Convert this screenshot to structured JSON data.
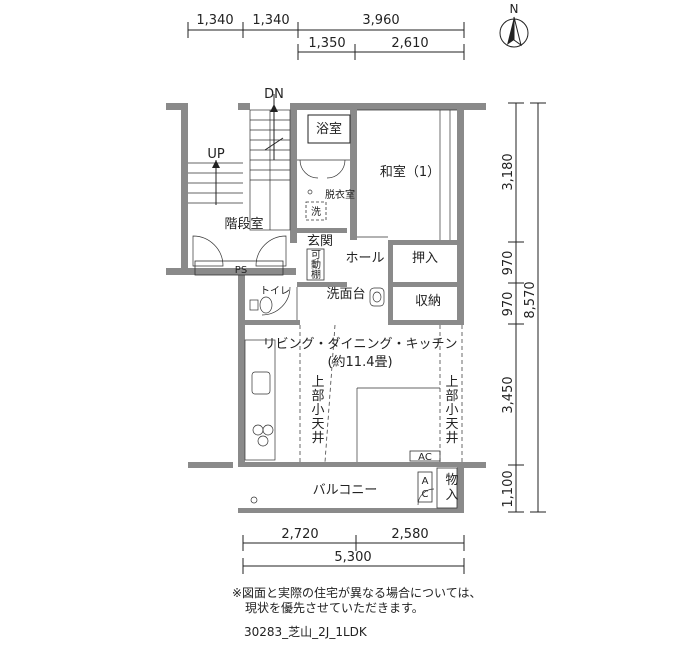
{
  "compass": {
    "label": "N"
  },
  "top_dims": {
    "row1": [
      "1,340",
      "1,340",
      "3,960"
    ],
    "row2": [
      "1,350",
      "2,610"
    ]
  },
  "right_dims": {
    "segments": [
      "3,180",
      "970",
      "970",
      "3,450",
      "1,100"
    ],
    "total": "8,570"
  },
  "bottom_dims": {
    "segments": [
      "2,720",
      "2,580"
    ],
    "total": "5,300"
  },
  "stair": {
    "dn": "DN",
    "up": "UP",
    "name": "階段室",
    "ps": "PS"
  },
  "rooms": {
    "bath": "浴室",
    "washroom": "脱衣室",
    "washer": "洗",
    "washitsu": "和室（1）",
    "entrance": "玄関",
    "movable_shelf": [
      "可",
      "動",
      "棚"
    ],
    "hall": "ホール",
    "oshiire": "押入",
    "toilet": "トイレ",
    "senmendai": "洗面台",
    "storage": "収納",
    "ldk": "リビング・ダイニング・キッチン",
    "ldk_size": "(約11.4畳)",
    "ceiling_left": [
      "上",
      "部",
      "小",
      "天",
      "井"
    ],
    "ceiling_right": [
      "上",
      "部",
      "小",
      "天",
      "井"
    ],
    "ac_indoor": "AC",
    "ac_outdoor": [
      "A",
      "C"
    ],
    "balcony": "バルコニー",
    "storeroom": "物入"
  },
  "note": {
    "line1": "※図面と実際の住宅が異なる場合については、",
    "line2": "現状を優先させていただきます。"
  },
  "plan_code": "30283_芝山_2J_1LDK"
}
